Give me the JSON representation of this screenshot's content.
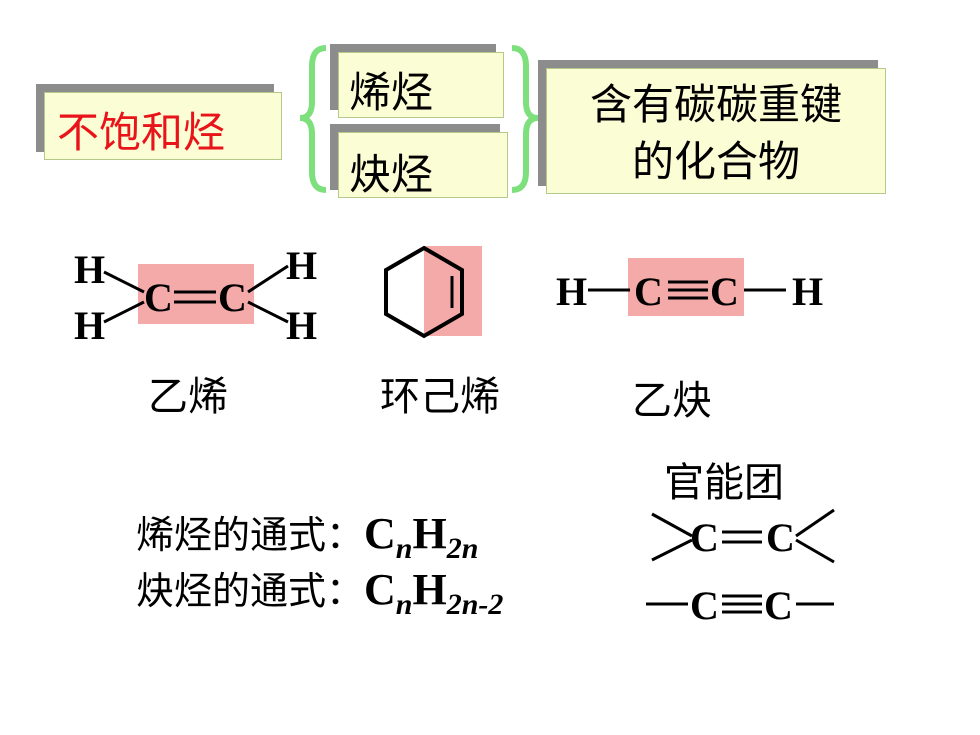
{
  "header": {
    "main_label": "不饱和烃",
    "alkene": "烯烃",
    "alkyne": "炔烃",
    "definition_line1": "含有碳碳重键",
    "definition_line2": "的化合物"
  },
  "atoms": {
    "H": "H",
    "C": "C"
  },
  "molecules": {
    "ethylene": "乙烯",
    "cyclohexene": "环己烯",
    "acetylene": "乙炔"
  },
  "functional_group_title": "官能团",
  "formulas": {
    "alkene_label": "烯烃的通式：",
    "alkene_n": "n",
    "alkene_h_sub_n": "2n",
    "alkyne_label": "炔烃的通式：",
    "alkyne_n": "n",
    "alkyne_h_sub": "2n-2"
  },
  "colors": {
    "main_label_text": "#e8141a",
    "box_background": "#fbfdd5",
    "box_shadow": "#8c8c8c",
    "highlight": "#f5aaaa",
    "brace": "#7de07d"
  }
}
